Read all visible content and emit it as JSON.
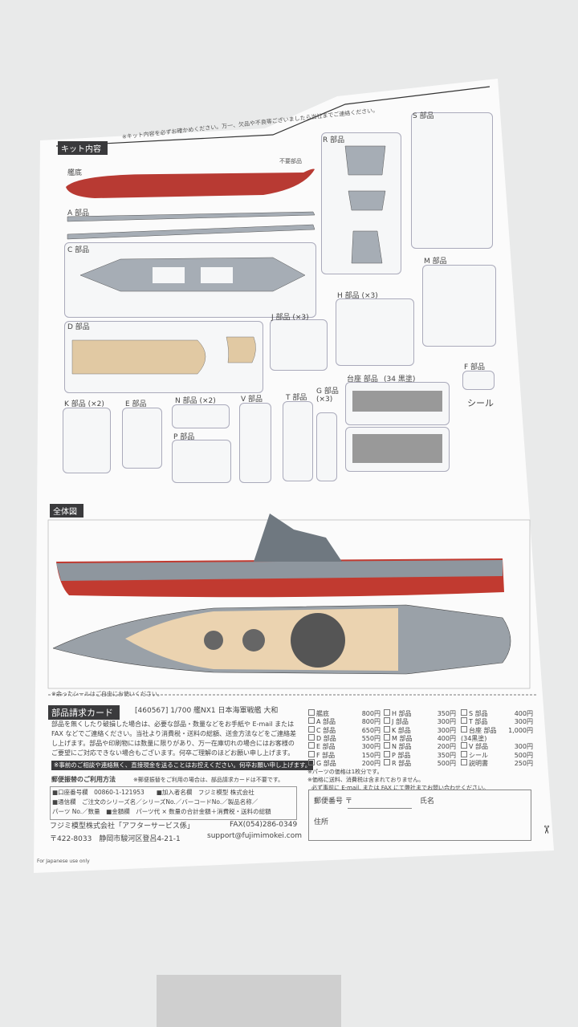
{
  "kit_contents": {
    "header": "キット内容",
    "note": "※キット内容を必ずお確かめください。万一、欠品や不良等ございましたら当社までご連絡ください。",
    "unused_legend": "不要部品",
    "parts": {
      "hull": "艦底",
      "a": "A 部品",
      "c": "C 部品",
      "d": "D 部品",
      "r": "R 部品",
      "s": "S 部品",
      "m": "M 部品",
      "h": "H 部品 (×3)",
      "j": "J 部品 (×3)",
      "f": "F 部品",
      "seal": "シール",
      "base": "台座 部品",
      "base_note": "(34 黒塗)",
      "k": "K 部品 (×2)",
      "e": "E 部品",
      "n": "N 部品 (×2)",
      "v": "V 部品",
      "t": "T 部品",
      "g": "G 部品 (×3)",
      "p": "P 部品"
    }
  },
  "overview": {
    "header": "全体図",
    "note": "※余ったシールはご自由にお使いください。"
  },
  "order_card": {
    "header": "部品請求カード",
    "product": "[460567] 1/700 艦NX1 日本海軍戦艦 大和",
    "body": [
      "部品を無くしたり破損した場合は、必要な部品・数量などをお手紙や E-mail または",
      "FAX などでご連絡ください。当社より消費税・送料の総額、送金方法などをご連絡差",
      "し上げます。部品や印刷物には数量に限りがあり、万一在庫切れの場合にはお客様の",
      "ご要望にご対応できない場合もございます。何卒ご理解のほどお願い申し上げます。"
    ],
    "warning": "※事前のご相談や連絡無く、直接現金を送ることはお控えください。何卒お願い申し上げます。",
    "postal_title": "郵便振替のご利用方法",
    "postal_note": "※郵便振替をご利用の場合は、部品請求カードは不要です。",
    "postal_lines": [
      "■口座番号欄　00860-1-121953　　■加入者名欄　フジミ模型 株式会社",
      "■通信欄　ご注文のシリーズ名／シリーズNo.／バーコードNo.／製品名称／",
      "パーツ No.／数量　■金額欄　パーツ代 × 数量の合計金額＋消費税・送料の総額"
    ],
    "company": "フジミ模型株式会社「アフターサービス係」",
    "fax": "FAX(054)286-0349",
    "address": "〒422-8033　静岡市駿河区登呂4-21-1",
    "email": "support@fujimimokei.com",
    "prices": [
      [
        "艦底",
        "800円"
      ],
      [
        "A 部品",
        "800円"
      ],
      [
        "C 部品",
        "650円"
      ],
      [
        "D 部品",
        "550円"
      ],
      [
        "E 部品",
        "300円"
      ],
      [
        "F 部品",
        "150円"
      ],
      [
        "G 部品",
        "200円"
      ],
      [
        "H 部品",
        "350円"
      ],
      [
        "J 部品",
        "300円"
      ],
      [
        "K 部品",
        "300円"
      ],
      [
        "M 部品",
        "400円"
      ],
      [
        "N 部品",
        "200円"
      ],
      [
        "P 部品",
        "350円"
      ],
      [
        "R 部品",
        "500円"
      ],
      [
        "S 部品",
        "400円"
      ],
      [
        "T 部品",
        "300円"
      ],
      [
        "台座 部品",
        "1,000円"
      ],
      [
        "(34黒塗)",
        ""
      ],
      [
        "V 部品",
        "300円"
      ],
      [
        "シール",
        "500円"
      ],
      [
        "説明書",
        "250円"
      ]
    ],
    "price_notes": [
      "※パーツの価格は1枚分です。",
      "※価格に送料、消費税は含まれておりません。",
      "必ず事前に E-mail, または FAX にて弊社までお問い合わせください。"
    ],
    "form": {
      "postal_code": "郵便番号 〒",
      "name": "氏名",
      "address": "住所"
    }
  },
  "footer": "For Japanese use only"
}
